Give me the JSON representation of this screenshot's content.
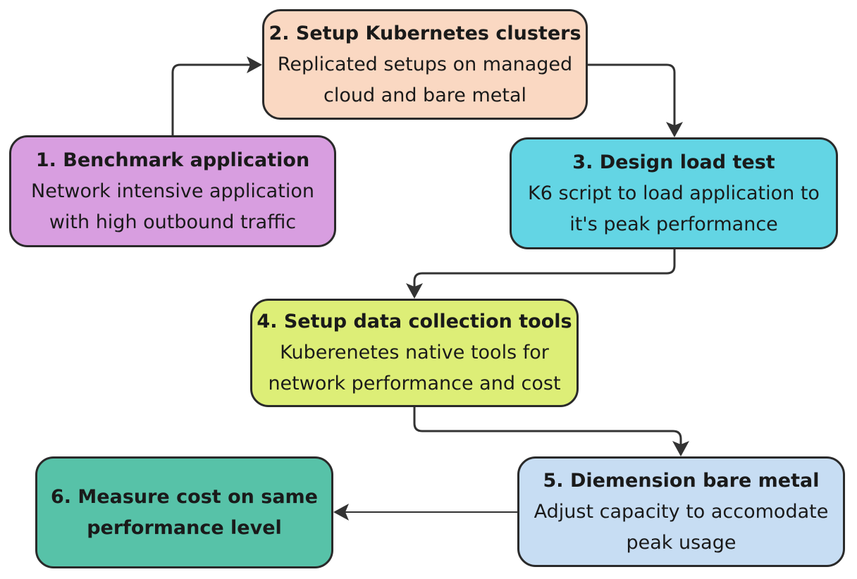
{
  "nodes": [
    {
      "id": "1",
      "title": "1. Benchmark application",
      "description": "Network intensive application\nwith high outbound traffic",
      "color": "#d89ee0"
    },
    {
      "id": "2",
      "title": "2. Setup Kubernetes clusters",
      "description": "Replicated setups on managed\ncloud and bare metal",
      "color": "#fad8c2"
    },
    {
      "id": "3",
      "title": "3. Design load test",
      "description": "K6 script to load application to\nit's peak performance",
      "color": "#63d5e4"
    },
    {
      "id": "4",
      "title": "4. Setup data collection tools",
      "description": "Kuberenetes native tools for\nnetwork performance and cost",
      "color": "#ddee77"
    },
    {
      "id": "5",
      "title": "5. Diemension bare metal",
      "description": "Adjust capacity to accomodate\npeak usage",
      "color": "#c7ddf3"
    },
    {
      "id": "6",
      "title": "6. Measure cost on same\nperformance level",
      "description": "",
      "color": "#57c2a8"
    }
  ],
  "edges": [
    {
      "from": "1",
      "to": "2"
    },
    {
      "from": "2",
      "to": "3"
    },
    {
      "from": "3",
      "to": "4"
    },
    {
      "from": "4",
      "to": "5"
    },
    {
      "from": "5",
      "to": "6"
    }
  ],
  "colors": {
    "stroke": "#2a2a2a",
    "connector": "#333333"
  }
}
